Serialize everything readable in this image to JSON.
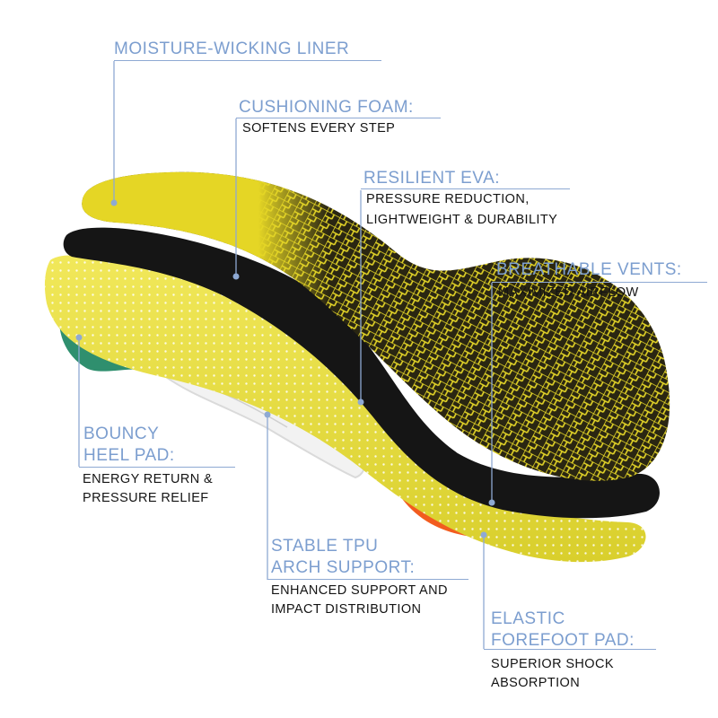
{
  "callouts": {
    "liner": {
      "title": "MOISTURE-WICKING LINER"
    },
    "foam": {
      "title": "CUSHIONING FOAM:",
      "desc": [
        "SOFTENS EVERY STEP"
      ]
    },
    "eva": {
      "title": "RESILIENT EVA:",
      "desc": [
        "PRESSURE REDUCTION,",
        "LIGHTWEIGHT & DURABILITY"
      ]
    },
    "vents": {
      "title": "BREATHABLE VENTS:",
      "desc": [
        "MAXIMIZED AIRFLOW"
      ]
    },
    "heel": {
      "title": [
        "BOUNCY",
        "HEEL PAD:"
      ],
      "desc": [
        "ENERGY RETURN &",
        "PRESSURE RELIEF"
      ]
    },
    "tpu": {
      "title": [
        "STABLE TPU",
        "ARCH SUPPORT:"
      ],
      "desc": [
        "ENHANCED SUPPORT AND",
        "IMPACT DISTRIBUTION"
      ]
    },
    "forefoot": {
      "title": [
        "ELASTIC",
        "FOREFOOT PAD:"
      ],
      "desc": [
        "SUPERIOR SHOCK",
        "ABSORPTION"
      ]
    }
  },
  "colors": {
    "callout_title": "#7c9ecf",
    "leader_line": "#8ea9d3",
    "description": "#141414",
    "top_liner": "#e5d625",
    "foam_layer": "#151515",
    "eva_layer": "#ece34a",
    "heel_pad": "#2f8f6e",
    "tpu_arch": "#f2f2f2",
    "forefoot_pad": "#f25c1f"
  }
}
